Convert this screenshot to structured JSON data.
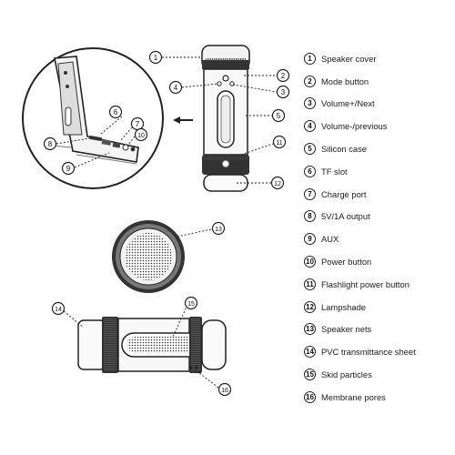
{
  "parts": [
    {
      "num": "1",
      "label": "Speaker cover"
    },
    {
      "num": "2",
      "label": "Mode button"
    },
    {
      "num": "3",
      "label": "Volume+/Next"
    },
    {
      "num": "4",
      "label": "Volume-/previous"
    },
    {
      "num": "5",
      "label": "Silicon case"
    },
    {
      "num": "6",
      "label": "TF slot"
    },
    {
      "num": "7",
      "label": "Charge port"
    },
    {
      "num": "8",
      "label": "5V/1A output"
    },
    {
      "num": "9",
      "label": "AUX"
    },
    {
      "num": "10",
      "label": "Power button"
    },
    {
      "num": "11",
      "label": "Flashlight power button"
    },
    {
      "num": "12",
      "label": "Lampshade"
    },
    {
      "num": "13",
      "label": "Speaker nets"
    },
    {
      "num": "14",
      "label": "PVC transmittance sheet"
    },
    {
      "num": "15",
      "label": "Skid particles"
    },
    {
      "num": "16",
      "label": "Membrane pores"
    }
  ],
  "colors": {
    "line": "#222222",
    "fill_dark": "#333333",
    "fill_mid": "#888888",
    "fill_light": "#dddddd"
  }
}
